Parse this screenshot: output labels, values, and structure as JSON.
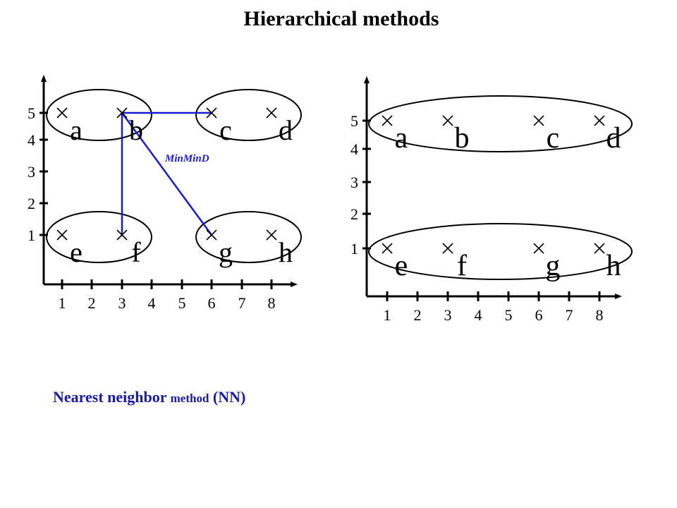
{
  "title": "Hierarchical methods",
  "caption": {
    "part1": "Nearest neighbor ",
    "part2": "method",
    "part3": " (NN)"
  },
  "annotation": "MinMinD",
  "colors": {
    "link": "#1a1ad0",
    "caption": "#1a1aa8"
  },
  "x_ticks": [
    "1",
    "2",
    "3",
    "4",
    "5",
    "6",
    "7",
    "8"
  ],
  "y_ticks": [
    "1",
    "2",
    "3",
    "4",
    "5"
  ],
  "points": [
    {
      "name": "a",
      "x": 1,
      "y": 5
    },
    {
      "name": "b",
      "x": 3,
      "y": 5
    },
    {
      "name": "c",
      "x": 6,
      "y": 5
    },
    {
      "name": "d",
      "x": 8,
      "y": 5
    },
    {
      "name": "e",
      "x": 1,
      "y": 1
    },
    {
      "name": "f",
      "x": 3,
      "y": 1
    },
    {
      "name": "g",
      "x": 6,
      "y": 1
    },
    {
      "name": "h",
      "x": 8,
      "y": 1
    }
  ],
  "left_clusters": [
    [
      "a",
      "b"
    ],
    [
      "c",
      "d"
    ],
    [
      "e",
      "f"
    ],
    [
      "g",
      "h"
    ]
  ],
  "right_clusters": [
    [
      "a",
      "b",
      "c",
      "d"
    ],
    [
      "e",
      "f",
      "g",
      "h"
    ]
  ],
  "links": [
    [
      "b",
      "c"
    ],
    [
      "b",
      "f"
    ],
    [
      "b",
      "g"
    ]
  ]
}
